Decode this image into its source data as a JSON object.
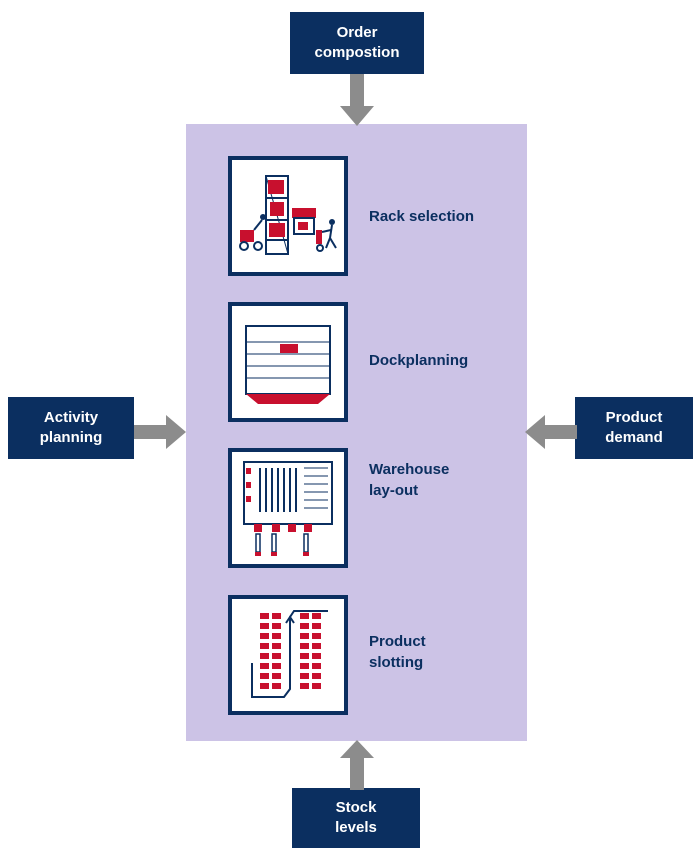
{
  "inputs": {
    "top": [
      "Order",
      "compostion"
    ],
    "left": [
      "Activity",
      "planning"
    ],
    "right": [
      "Product",
      "demand"
    ],
    "bottom": [
      "Stock",
      "levels"
    ]
  },
  "modules": [
    {
      "label": [
        "Rack selection"
      ],
      "icon": "rack-icon"
    },
    {
      "label": [
        "Dockplanning"
      ],
      "icon": "dock-icon"
    },
    {
      "label": [
        "Warehouse",
        "lay-out"
      ],
      "icon": "warehouse-layout-icon"
    },
    {
      "label": [
        "Product",
        "slotting"
      ],
      "icon": "slotting-icon"
    }
  ],
  "colors": {
    "navy": "#0b2f60",
    "panel": "#ccc3e6",
    "arrow": "#8c8c8c",
    "red": "#c8102e"
  }
}
